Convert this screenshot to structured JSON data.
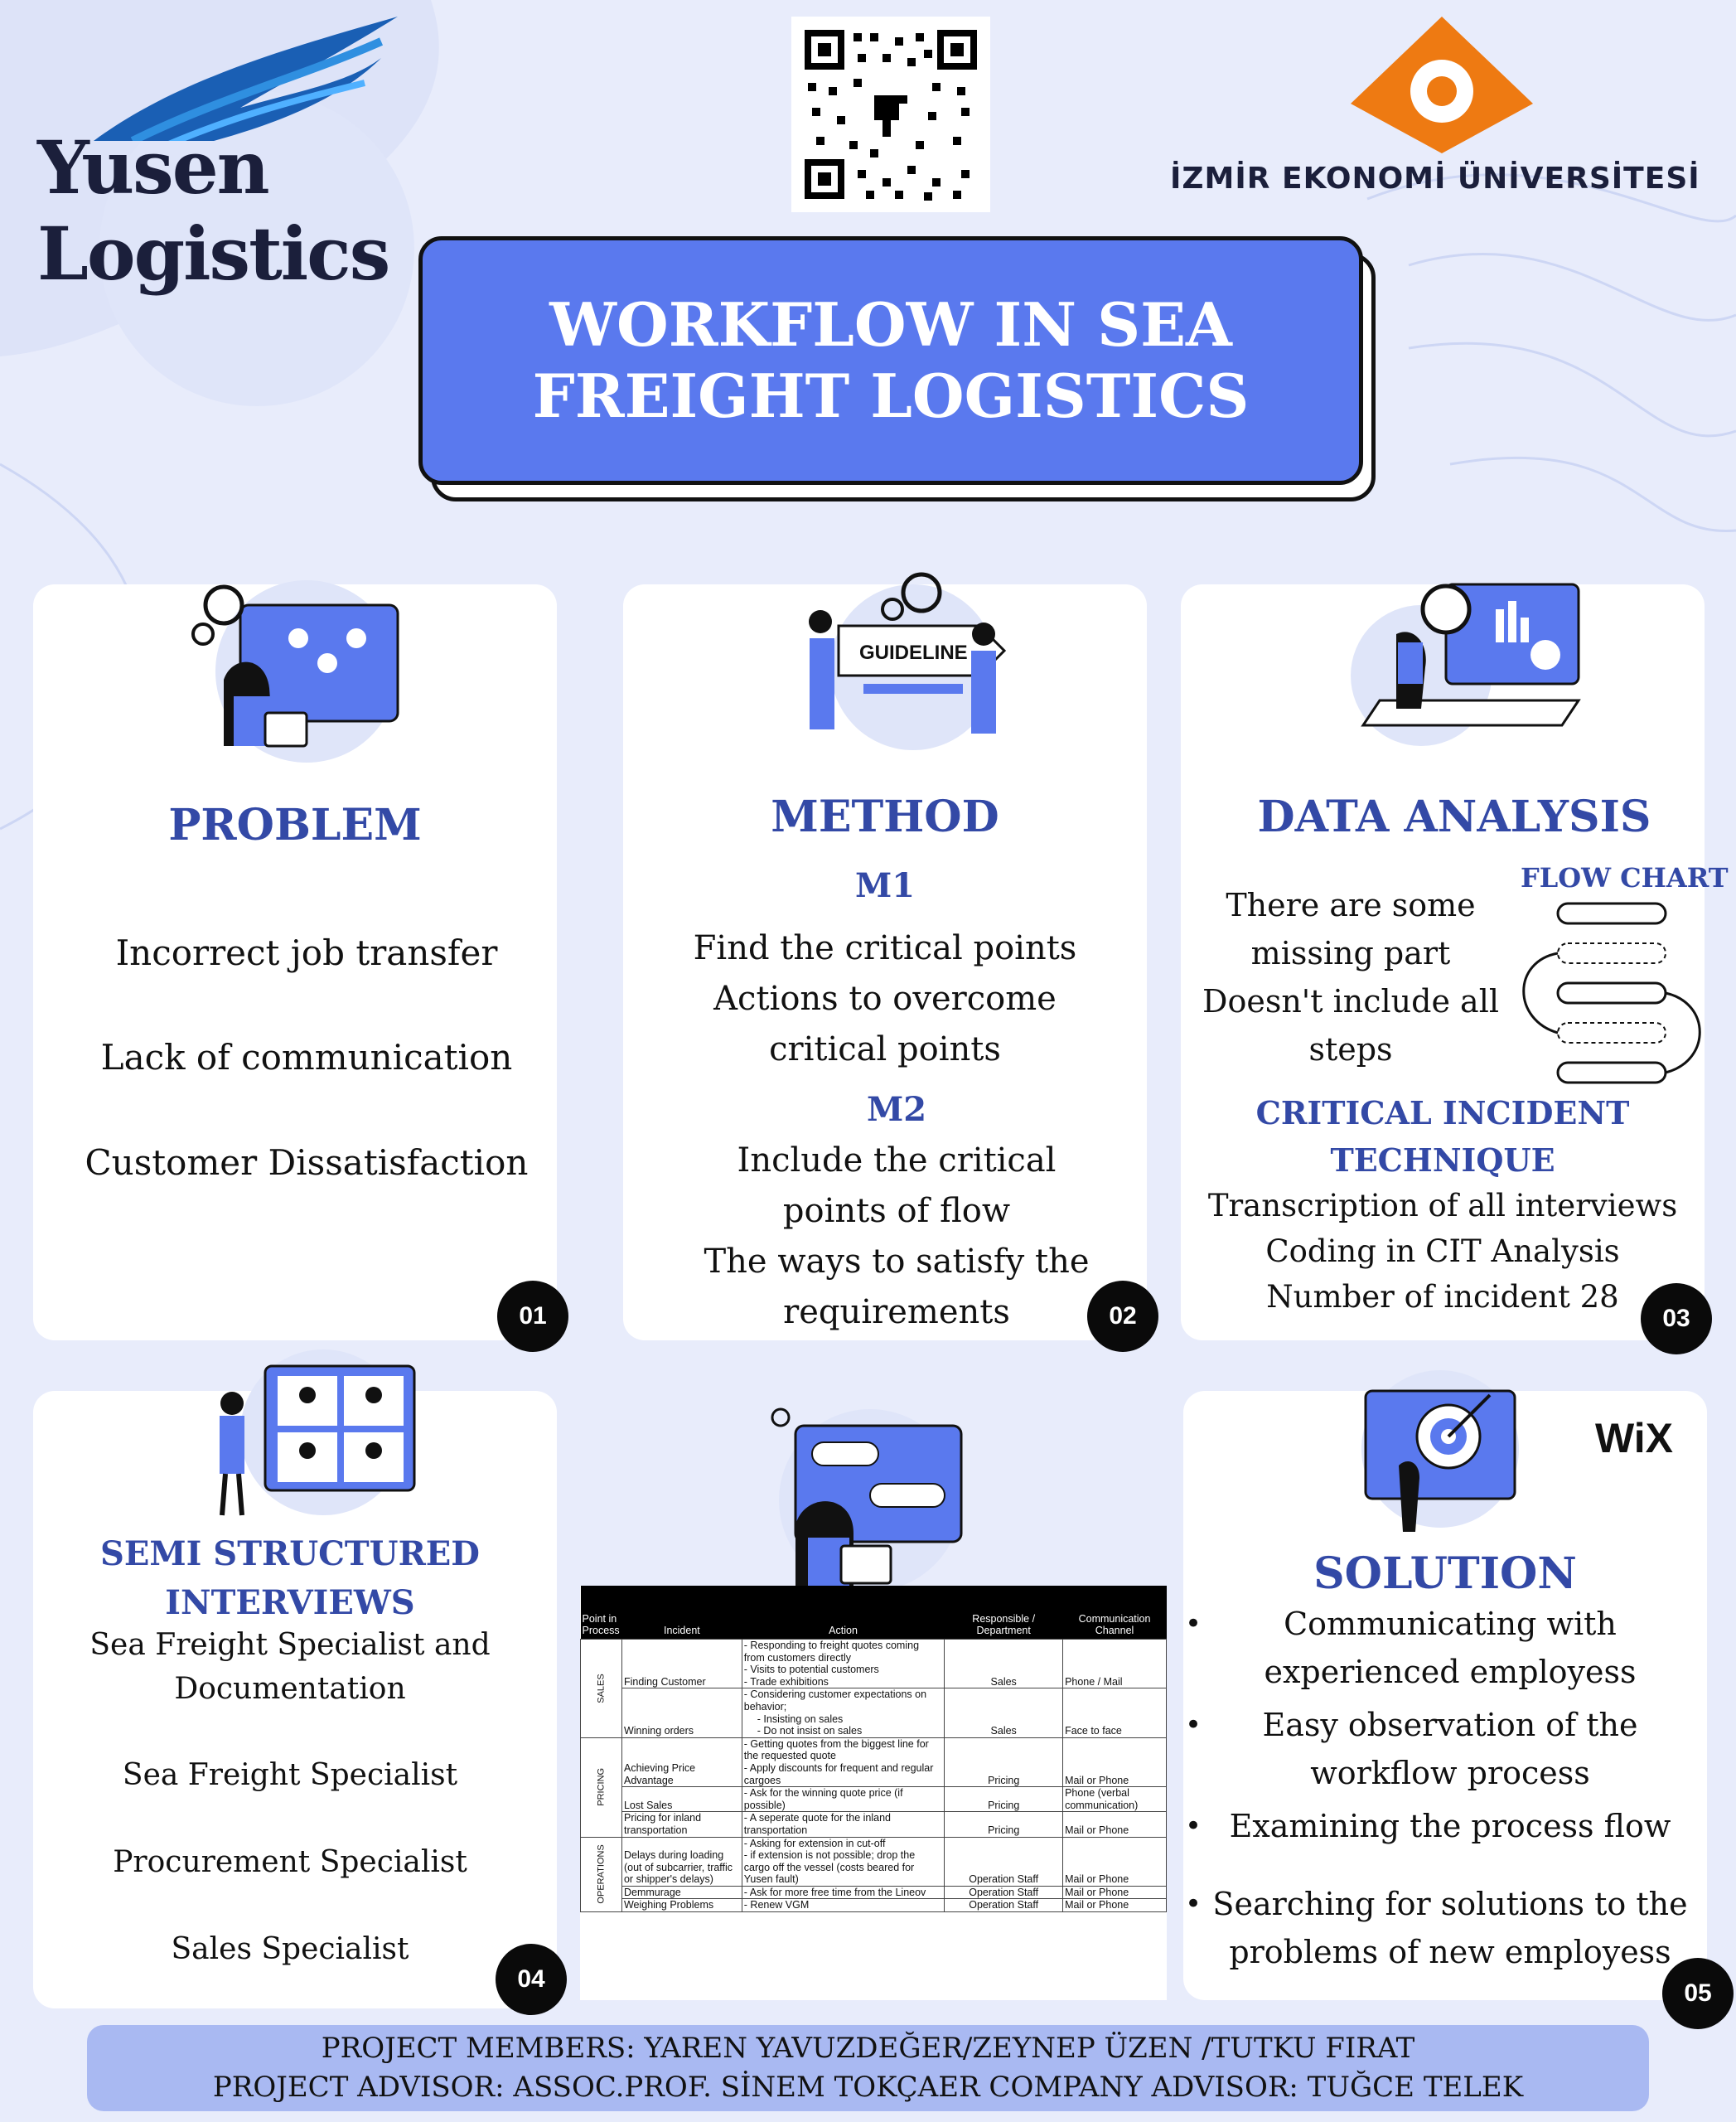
{
  "header": {
    "left_logo_text": "Yusen Logistics",
    "right_logo_text": "İZMİR EKONOMİ ÜNİVERSİTESİ",
    "title": "WORKFLOW IN SEA FREIGHT LOGISTICS"
  },
  "problem": {
    "heading": "PROBLEM",
    "items": [
      "Incorrect job transfer",
      "Lack of communication",
      "Customer Dissatisfaction"
    ],
    "badge": "01"
  },
  "method": {
    "illustration_label": "GUIDELINE",
    "heading": "METHOD",
    "m1_label": "M1",
    "m1_lines": [
      "Find the critical points",
      "Actions to overcome",
      "critical points"
    ],
    "m2_label": "M2",
    "m2_lines": [
      "Include the critical",
      "points of flow",
      "The ways to satisfy the",
      "requirements"
    ],
    "badge": "02"
  },
  "data_analysis": {
    "heading": "DATA ANALYSIS",
    "flow_chart_label": "FLOW CHART",
    "flow_lines": [
      "There are some",
      "missing part",
      "Doesn't include all",
      "steps"
    ],
    "cit_heading_lines": [
      "CRITICAL INCIDENT",
      "TECHNIQUE"
    ],
    "cit_lines": [
      "Transcription of all interviews",
      "Coding in CIT Analysis",
      "Number of incident 28"
    ],
    "badge": "03"
  },
  "interviews": {
    "heading_lines": [
      "SEMI STRUCTURED",
      "INTERVIEWS"
    ],
    "items": [
      "Sea Freight Specialist and",
      "Documentation",
      "Sea Freight Specialist",
      "Procurement Specialist",
      "Sales Specialist"
    ],
    "badge": "04"
  },
  "table": {
    "headers": [
      "Point in Process",
      "Incident",
      "Action",
      "Responsible / Department",
      "Communication Channel"
    ],
    "groups": [
      "SALES",
      "PRICING",
      "OPERATIONS"
    ],
    "rows": [
      {
        "incident": "Finding Customer",
        "action": [
          "- Responding to freight quotes coming from customers directly",
          "- Visits to potential customers",
          "- Trade exhibitions"
        ],
        "dept": "Sales",
        "channel": "Phone / Mail"
      },
      {
        "incident": "Winning orders",
        "action": [
          "- Considering customer expectations on behavior;",
          "   - Insisting on sales",
          "   - Do not insist on sales"
        ],
        "dept": "Sales",
        "channel": "Face to face"
      },
      {
        "incident": "Achieving Price Advantage",
        "action": [
          "- Getting quotes from the biggest line for the requested quote",
          "- Apply discounts for frequent and regular cargoes"
        ],
        "dept": "Pricing",
        "channel": "Mail or Phone"
      },
      {
        "incident": "Lost Sales",
        "action": [
          "- Ask for the winning quote price (if possible)"
        ],
        "dept": "Pricing",
        "channel": "Phone (verbal communication)"
      },
      {
        "incident": "Pricing for inland transportation",
        "action": [
          "- A seperate quote for the inland transportation"
        ],
        "dept": "Pricing",
        "channel": "Mail or Phone"
      },
      {
        "incident": "Delays during loading (out of subcarrier, traffic or shipper's delays)",
        "action": [
          "- Asking for extension in cut-off",
          "- if extension is not possible; drop the cargo off the vessel (costs beared for Yusen fault)"
        ],
        "dept": "Operation Staff",
        "channel": "Mail or Phone"
      },
      {
        "incident": "Demmurage",
        "action": [
          "- Ask for more free time from the Lineov"
        ],
        "dept": "Operation Staff",
        "channel": "Mail or Phone"
      },
      {
        "incident": "Weighing Problems",
        "action": [
          "- Renew VGM"
        ],
        "dept": "Operation Staff",
        "channel": "Mail or Phone"
      }
    ]
  },
  "solution": {
    "wix_label": "WiX",
    "heading": "SOLUTION",
    "items": [
      [
        "Communicating with",
        "experienced employess"
      ],
      [
        "Easy observation of the",
        "workflow process"
      ],
      [
        "Examining the process flow"
      ],
      [
        "Searching for solutions to the",
        "problems of new employess"
      ]
    ],
    "badge": "05"
  },
  "footer": {
    "line1": "PROJECT MEMBERS: YAREN YAVUZDEĞER/ZEYNEP ÜZEN /TUTKU FIRAT",
    "line2": "PROJECT ADVISOR: ASSOC.PROF. SİNEM TOKÇAER   COMPANY ADVISOR: TUĞCE TELEK"
  },
  "colors": {
    "background": "#e8ecfb",
    "accent_blue": "#5a79ee",
    "heading_blue": "#3349a6",
    "footer_band": "#a9b9f2",
    "ieu_orange": "#ee7a12",
    "badge": "#0a0a0a"
  }
}
